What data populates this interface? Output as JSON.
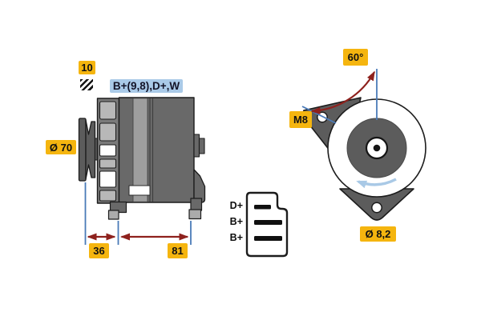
{
  "colors": {
    "yellow": "#f5b50f",
    "blue_label": "#aacae8",
    "line_blue": "#4a7ab8",
    "arrow_red": "#8e211d",
    "arrow_lightblue": "#a9c9e6",
    "gray_body": "#696969",
    "gray_dark": "#5c5c5c",
    "gray_fan": "#7a7a7a",
    "gray_light": "#b8b8b8",
    "outline": "#1c1c1c"
  },
  "side_view": {
    "belt_width_label": "10",
    "terminals_label": "B+(9,8),D+,W",
    "pulley_diameter_label": "Ø 70",
    "dim_pulley_offset": "36",
    "dim_body_length": "81"
  },
  "connector": {
    "pins": [
      "D+",
      "B+",
      "B+"
    ]
  },
  "front_view": {
    "mount_angle_label": "60°",
    "thread_label": "M8",
    "mount_hole_label": "Ø 8,2"
  }
}
